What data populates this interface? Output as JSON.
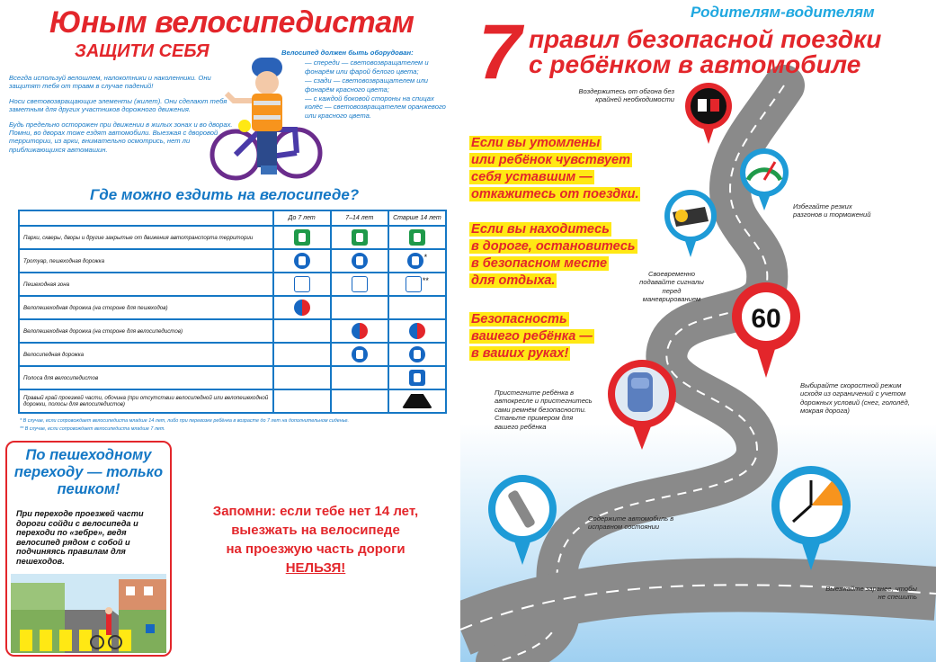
{
  "left_page": {
    "title": "Юным велосипедистам",
    "subtitle": "ЗАЩИТИ СЕБЯ",
    "advice": [
      "Всегда используй велошлем, налокотники и наколенники. Они защитят тебя от травм в случае падений!",
      "Носи световозвращающие элементы (жилет). Они сделают тебя заметным для других участников дорожного движения.",
      "Будь предельно осторожен при движении в жилых зонах и во дворах. Помни, во дворах тоже ездят автомобили. Выезжая с дворовой территории, из арки, внимательно осмотрись, нет ли приближающихся автомашин."
    ],
    "equipment": {
      "heading": "Велосипед должен быть оборудован:",
      "items": [
        "— спереди — световозвращателем и фонарём или фарой белого цвета;",
        "— сзади — световозвращателем или фонарём красного цвета;",
        "— с каждой боковой стороны на спицах колёс — световозвращателем оранжевого или красного цвета."
      ]
    },
    "table_title": "Где можно ездить на велосипеде?",
    "table": {
      "headers": [
        "",
        "До 7 лет",
        "7–14 лет",
        "Старше 14 лет"
      ],
      "rows": [
        {
          "name": "Парки, скверы, дворы и другие закрытые от движения автотранспорта территории",
          "cells": [
            "green",
            "green",
            "green"
          ]
        },
        {
          "name": "Тротуар, пешеходная дорожка",
          "cells": [
            "ped",
            "ped",
            "ped*"
          ]
        },
        {
          "name": "Пешеходная зона",
          "cells": [
            "zone",
            "zone",
            "zone**"
          ]
        },
        {
          "name": "Велопешеходная дорожка (на стороне для пешеходов)",
          "cells": [
            "split",
            "",
            ""
          ]
        },
        {
          "name": "Велопешеходная дорожка (на стороне для велосипедистов)",
          "cells": [
            "",
            "split",
            "split"
          ]
        },
        {
          "name": "Велосипедная дорожка",
          "cells": [
            "",
            "bike",
            "bike"
          ]
        },
        {
          "name": "Полоса для велосипедистов",
          "cells": [
            "",
            "",
            "lane"
          ]
        },
        {
          "name": "Правый край проезжей части, обочина (при отсутствии велосипедной или велопешеходной дорожки, полосы для велосипедистов)",
          "cells": [
            "",
            "",
            "road"
          ]
        }
      ]
    },
    "notes": [
      "* В случае, если сопровождает велосипедиста младше 14 лет, либо при перевозке ребёнка в возрасте до 7 лет на дополнительном сиденье.",
      "** В случае, если сопровождает велосипедиста младше 7 лет."
    ],
    "pedestrian_box": {
      "title": "По пешеходному переходу — только пешком!",
      "text": "При переходе проезжей части дороги сойди с велосипеда и переходи по «зебре», ведя велосипед рядом с собой и подчиняясь правилам для пешеходов."
    },
    "remember": {
      "line1": "Запомни: если тебе нет 14 лет,",
      "line2": "выезжать на велосипеде",
      "line3": "на проезжую часть дороги",
      "line4": "НЕЛЬЗЯ!"
    }
  },
  "right_page": {
    "header": "Родителям-водителям",
    "number": "7",
    "title_line1": "правил безопасной поездки",
    "title_line2": "с ребёнком в автомобиле",
    "highlights": [
      [
        "Если вы утомлены",
        "или ребёнок чувствует",
        "себя уставшим —",
        "откажитесь от поездки."
      ],
      [
        "Если вы находитесь",
        "в дороге, остановитесь",
        "в безопасном месте",
        "для отдыха."
      ],
      [
        "Безопасность",
        "вашего ребёнка —",
        "в ваших руках!"
      ]
    ],
    "rules": {
      "overtake": "Воздержитесь от обгона без крайней необходимости",
      "accel": "Избегайте резких разгонов и торможений",
      "signals": "Своевременно подавайте сигналы перед маневрированием",
      "speed": "Выбирайте скоростной режим исходя из ограничений с учетом дорожных условий (снег, гололёд, мокрая дорога)",
      "seat": "Пристегните ребёнка в автокресле и пристегнитесь сами ремнём безопасности. Станьте примером для вашего ребёнка",
      "repair": "Содержите автомобиль в исправном состоянии",
      "early": "Выезжайте заранее, чтобы не спешить"
    },
    "speed_sign": "60",
    "colors": {
      "red": "#e3262b",
      "blue": "#1578c5",
      "yellow": "#ffe814"
    }
  }
}
